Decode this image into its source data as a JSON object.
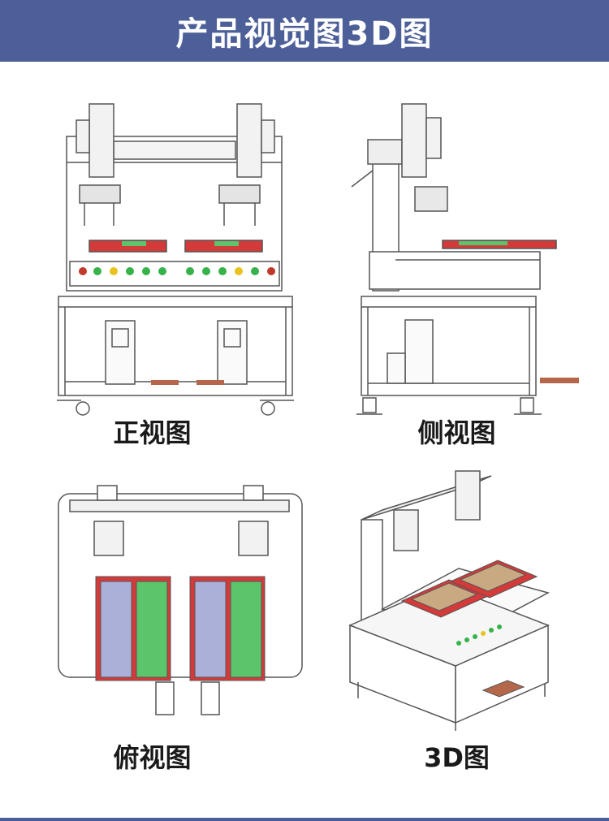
{
  "header": {
    "title": "产品视觉图3D图"
  },
  "views": {
    "front": {
      "label": "正视图"
    },
    "side": {
      "label": "侧视图"
    },
    "top": {
      "label": "俯视图"
    },
    "iso": {
      "label": "3D图"
    }
  },
  "colors": {
    "banner": "#4d5f98",
    "fixture_red": "#d43a3a",
    "board_green": "#5cc46a",
    "button_green": "#36b24a",
    "button_yellow": "#e8c21e",
    "button_red": "#c0392b",
    "plate_blue": "#aab0d8",
    "pad_brown": "#b5674a"
  }
}
